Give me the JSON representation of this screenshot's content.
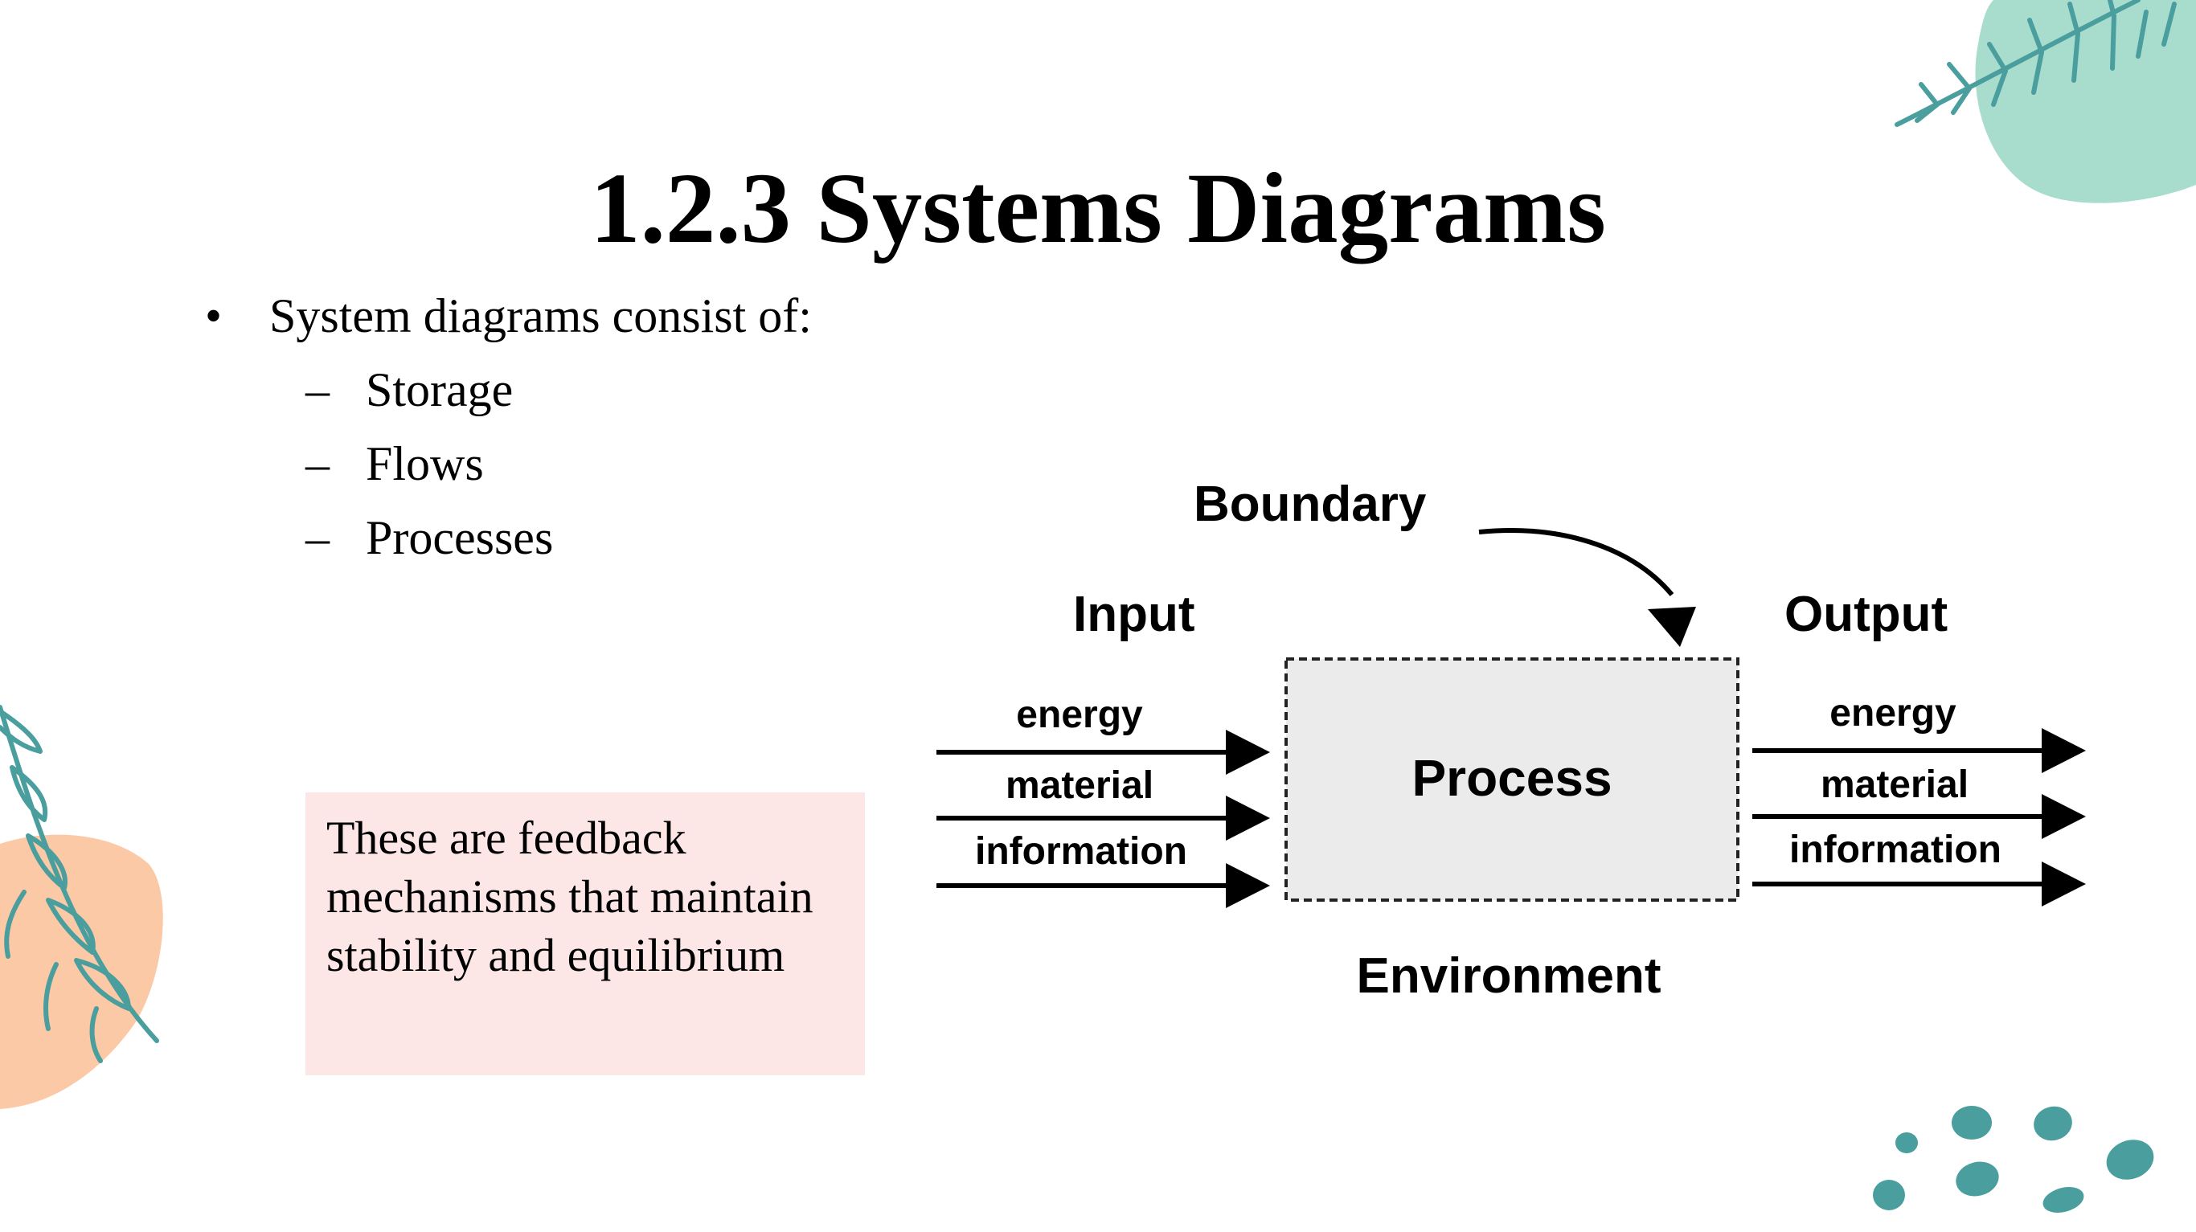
{
  "slide": {
    "title": "1.2.3 Systems Diagrams",
    "bullet": "System diagrams consist of:",
    "bullet_mark": "•",
    "sub_mark": "–",
    "sub_items": [
      "Storage",
      "Flows",
      "Processes"
    ],
    "note_lines": [
      "These are feedback",
      "mechanisms that maintain",
      "stability and equilibrium"
    ]
  },
  "diagram": {
    "boundary_label": "Boundary",
    "input_label": "Input",
    "output_label": "Output",
    "process_label": "Process",
    "environment_label": "Environment",
    "flow_labels": [
      "energy",
      "material",
      "information"
    ]
  },
  "colors": {
    "note_background": "#fde7e6",
    "teal_blob": "#a8dccd",
    "peach_blob": "#fbc9a5",
    "leaf_stroke": "#4a9e9e",
    "dots": "#4a9e9e",
    "process_fill": "#ebebeb"
  },
  "icons": [
    "leaf-branch-icon",
    "dots-pattern-icon"
  ]
}
